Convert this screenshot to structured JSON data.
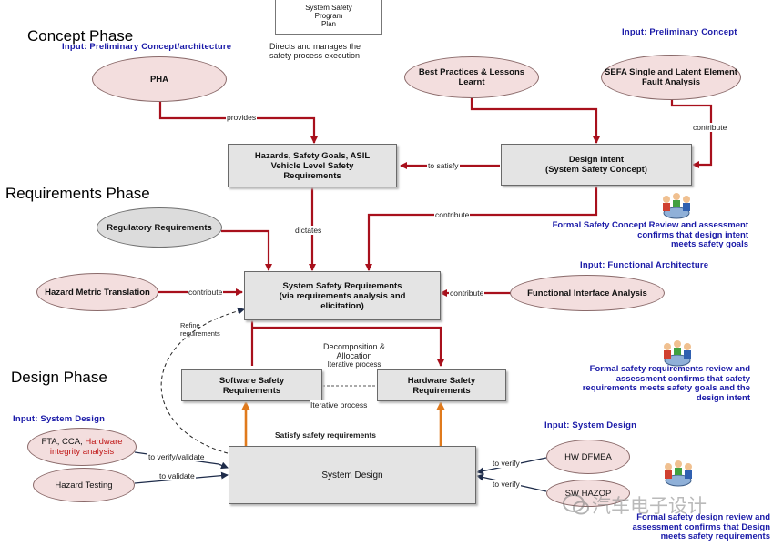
{
  "top_box": {
    "lines": [
      "System Safety",
      "Program",
      "Plan"
    ],
    "caption_lines": [
      "Directs and manages the",
      "safety process execution"
    ]
  },
  "phases": {
    "concept": "Concept Phase",
    "requirements": "Requirements Phase",
    "design": "Design Phase"
  },
  "inputs": {
    "preliminary_arch": "Input: Preliminary Concept/architecture",
    "preliminary": "Input: Preliminary Concept",
    "functional": "Input: Functional Architecture",
    "system_design_left": "Input: System Design",
    "system_design_right": "Input: System Design"
  },
  "nodes": {
    "pha": "PHA",
    "best_practices": [
      "Best Practices &",
      "Lessons Learnt"
    ],
    "sefa": [
      "SEFA",
      "Single and Latent",
      "Element Fault Analysis"
    ],
    "hazards": [
      "Hazards, Safety Goals, ASIL",
      "Vehicle Level Safety",
      "Requirements"
    ],
    "design_intent": [
      "Design Intent",
      "(System Safety Concept)"
    ],
    "regulatory": [
      "Regulatory",
      "Requirements"
    ],
    "hazard_metric": [
      "Hazard Metric",
      "Translation"
    ],
    "ssr": [
      "System Safety Requirements",
      "(via requirements analysis and",
      "elicitation)"
    ],
    "functional_interface": [
      "Functional Interface",
      "Analysis"
    ],
    "software": [
      "Software Safety",
      "Requirements"
    ],
    "hardware": [
      "Hardware Safety",
      "Requirements"
    ],
    "fta": [
      "FTA, CCA,",
      "Hardware integrity",
      "analysis"
    ],
    "hazard_testing": [
      "Hazard",
      "Testing"
    ],
    "system_design": "System Design",
    "hw_dfmea": [
      "HW",
      "DFMEA"
    ],
    "sw_hazop": "SW HAZOP"
  },
  "edges": {
    "provides": "provides",
    "contribute_sefa": "contribute",
    "to_satisfy": "to satisfy",
    "dictates": "dictates",
    "contribute_intent": "contribute",
    "contribute_metric": "contribute",
    "contribute_fia": "contribute",
    "refine": [
      "Refine",
      "requirements"
    ],
    "decomposition": [
      "Decomposition &",
      "Allocation"
    ],
    "iterative1": "Iterative process",
    "iterative2": "Iterative process",
    "satisfy": "Satisfy safety requirements",
    "verify_validate": "to verify/validate",
    "validate": "to validate",
    "verify1": "to verify",
    "verify2": "to verify"
  },
  "notes": {
    "concept_review": [
      "Formal Safety Concept Review and assessment",
      "confirms that design intent",
      "meets safety goals"
    ],
    "req_review": [
      "Formal safety requirements review and",
      "assessment confirms that safety",
      "requirements meets safety goals and the",
      "design intent"
    ],
    "design_review": [
      "Formal safety design review and",
      "assessment confirms that Design",
      "meets safety requirements"
    ]
  },
  "watermark": "汽车电子设计",
  "colors": {
    "arrow": "#a8101c",
    "orange": "#e07a1c",
    "input_text": "#1a1aa8",
    "pink_fill": "#f3dede",
    "gray_fill": "#e4e4e4",
    "fta_red_text": "#c01818"
  }
}
